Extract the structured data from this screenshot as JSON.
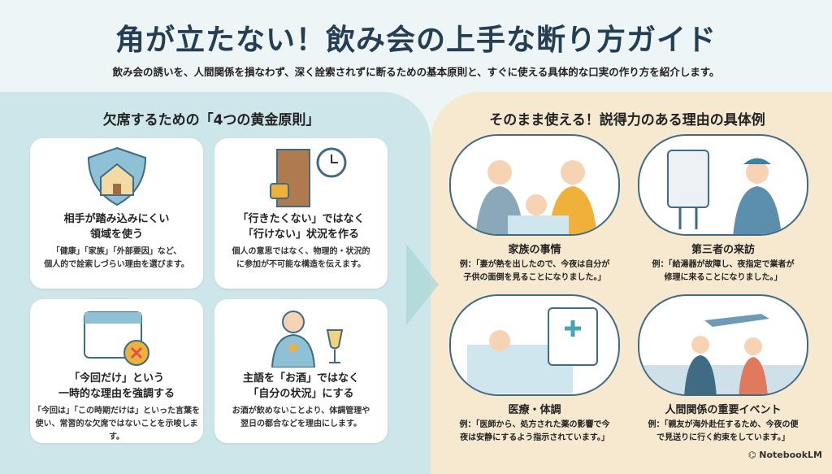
{
  "title": "角が立たない！飲み会の上手な断り方ガイド",
  "subtitle": "飲み会の誘いを、人間関係を損なわず、深く詮索されずに断るための基本原則と、すぐに使える具体的な口実の作り方を紹介します。",
  "left": {
    "title": "欠席するための「4つの黄金原則」",
    "cards": [
      {
        "icon": "house-shield-icon",
        "h1": "相手が踏み込みにくい",
        "h2": "領域を使う",
        "d1": "「健康」「家族」「外部要因」など、",
        "d2": "個人的で詮索しづらい理由を選びます。"
      },
      {
        "icon": "door-lock-clock-icon",
        "h1": "「行きたくない」ではなく",
        "h2": "「行けない」状況を作る",
        "d1": "個人の意思ではなく、物理的・状況的",
        "d2": "に参加が不可能な構造を伝えます。"
      },
      {
        "icon": "calendar-cross-icon",
        "h1": "「今回だけ」という",
        "h2": "一時的な理由を強調する",
        "d1": "「今回は」「この時期だけは」といった言葉を",
        "d2": "使い、常習的な欠席ではないことを示唆します。"
      },
      {
        "icon": "person-wine-icon",
        "h1": "主語を「お酒」ではなく",
        "h2": "「自分の状況」にする",
        "d1": "お酒が飲めないことより、体調管理や",
        "d2": "翌日の都合などを理由にします。"
      }
    ]
  },
  "right": {
    "title": "そのまま使える！説得力のある理由の具体例",
    "examples": [
      {
        "icon": "family-sick-child-icon",
        "h": "家族の事情",
        "d1": "例：「妻が熱を出したので、今夜は自分が",
        "d2": "子供の面倒を見ることになりました。」"
      },
      {
        "icon": "water-heater-repair-icon",
        "h": "第三者の来訪",
        "d1": "例：「給湯器が故障し、夜指定で業者が",
        "d2": "修理に来ることになりました。」"
      },
      {
        "icon": "patient-bed-icon",
        "h": "医療・体調",
        "d1": "例：「医師から、処方された薬の影響で今",
        "d2": "夜は安静にするよう指示されています。」"
      },
      {
        "icon": "airport-farewell-icon",
        "h": "人間関係の重要イベント",
        "d1": "例：「親友が海外赴任するため、今夜の便",
        "d2": "で見送りに行く約束をしています。」"
      }
    ]
  },
  "brand": "NotebookLM"
}
